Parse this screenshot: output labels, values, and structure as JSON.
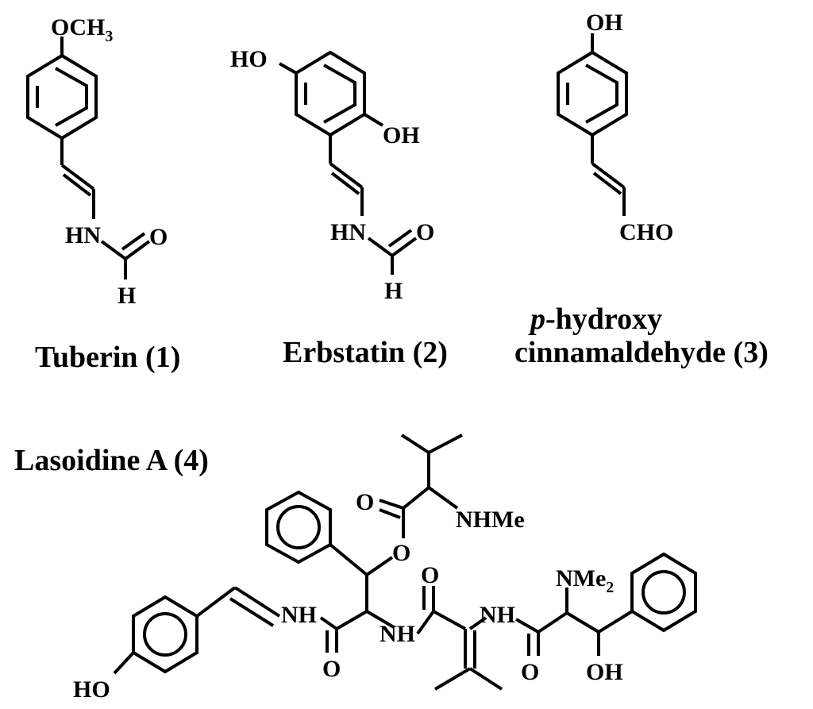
{
  "compounds": [
    {
      "name": "Tuberin (1)",
      "labels": {
        "och": "OCH",
        "ch3_sub": "3",
        "hn": "HN",
        "o": "O",
        "h": "H"
      }
    },
    {
      "name": "Erbstatin (2)",
      "labels": {
        "ho": "HO",
        "oh": "OH",
        "hn": "HN",
        "o": "O",
        "h": "H"
      }
    },
    {
      "name_line1_italic": "p",
      "name_line1_rest": "-hydroxy",
      "name_line2": "cinnamaldehyde (3)",
      "labels": {
        "oh": "OH",
        "cho": "CHO"
      }
    },
    {
      "name": "Lasoidine A (4)",
      "labels": {
        "ester_o": "O",
        "ester_o2": "O",
        "nhme": "NHMe",
        "nme": "NMe",
        "nme_sub": "2",
        "nh1": "NH",
        "nh2": "NH",
        "nh3": "NH",
        "o1": "O",
        "o2": "O",
        "o3": "O",
        "oh": "OH",
        "ho": "HO"
      }
    }
  ]
}
